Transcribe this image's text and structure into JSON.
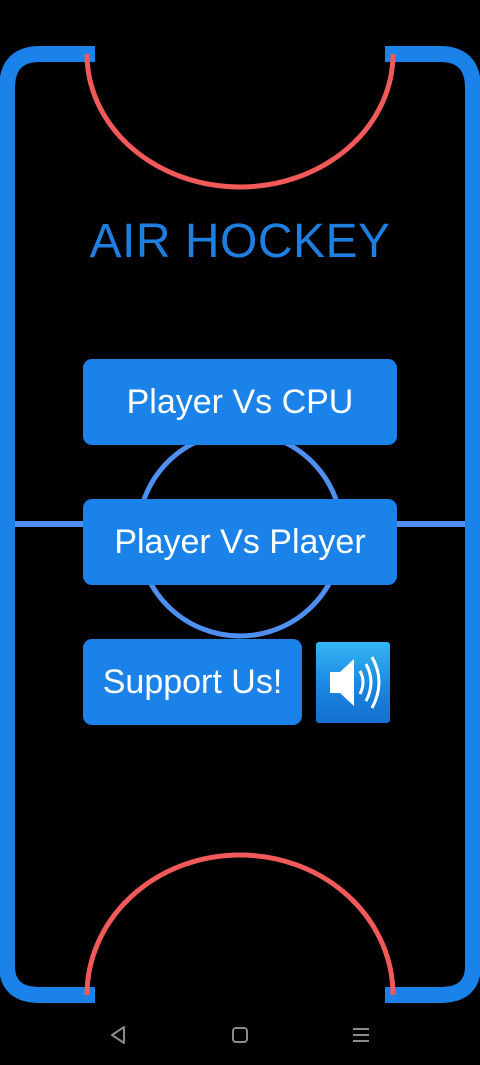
{
  "game": {
    "title": "AIR HOCKEY",
    "menu": {
      "player_vs_cpu": "Player Vs CPU",
      "player_vs_player": "Player Vs Player",
      "support_us": "Support Us!"
    },
    "sound_toggle_icon": "speaker-on-icon"
  },
  "system_nav": {
    "back_icon": "triangle-back-icon",
    "home_icon": "square-home-icon",
    "recents_icon": "three-lines-menu-icon"
  },
  "colors": {
    "background": "#000000",
    "rink_border": "#1a82e8",
    "goal_arc": "#f25a5a",
    "center_line": "#4f8ff0",
    "title": "#1e7fe0",
    "button": "#1a82e8",
    "button_text": "#ffffff"
  }
}
